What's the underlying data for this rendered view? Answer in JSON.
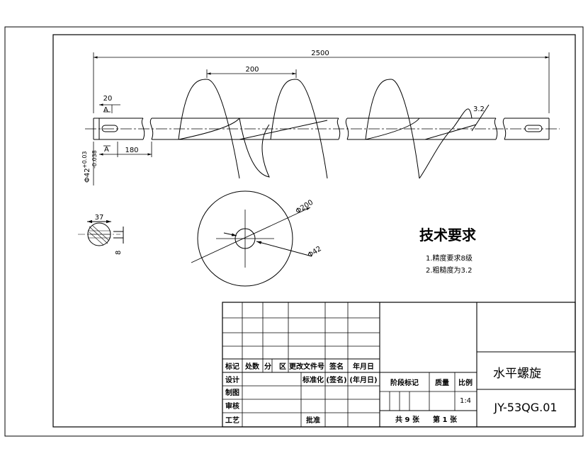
{
  "dimensions": {
    "overall_length": "2500",
    "pitch": "200",
    "shaft_end": "20",
    "section_mark": "A",
    "shaft_dia": "Φ42",
    "tol_upper": "+0.03",
    "tol_lower": "-0.038",
    "end_length": "180",
    "roughness": "3.2",
    "slot_width": "37",
    "slot_depth": "8",
    "flight_dia": "Φ200",
    "bore_dia": "Φ42"
  },
  "requirements": {
    "title": "技术要求",
    "items": [
      "1.精度要求8级",
      "2.粗糙度为3.2"
    ]
  },
  "title_block": {
    "rev_headers": [
      "标记",
      "处数",
      "分",
      "区",
      "更改文件号",
      "签名",
      "年月日"
    ],
    "sign_rows": [
      "设计",
      "制图",
      "审核",
      "工艺"
    ],
    "standardize": "标准化",
    "sign_label": "(签名)",
    "date_label": "(年月日)",
    "approve": "批准",
    "stage_label": "阶段标记",
    "weight_label": "质量",
    "scale_label": "比例",
    "scale_value": "1:4",
    "sheet_total": "共 9 张",
    "sheet_no": "第 1 张",
    "part_name": "水平螺旋",
    "drawing_no": "JY-53QG.01"
  }
}
